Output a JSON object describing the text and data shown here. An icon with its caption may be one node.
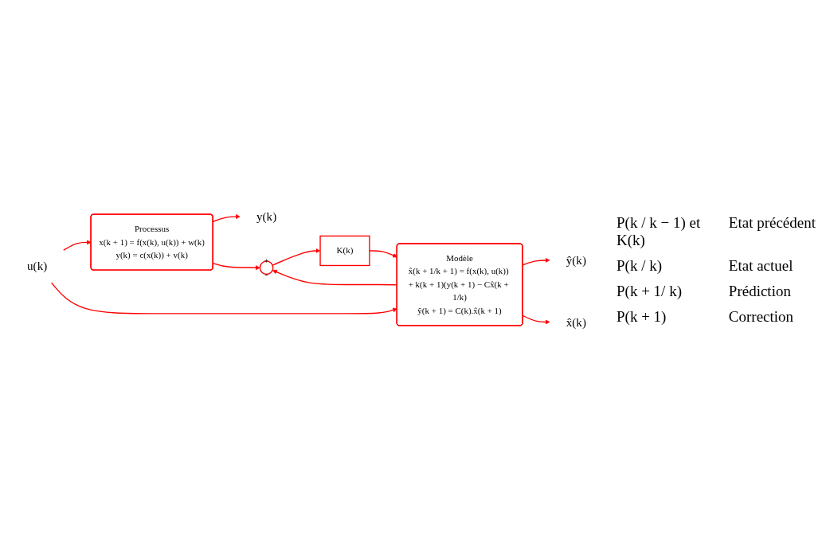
{
  "diagram": {
    "nodes": [
      {
        "text": [
          "u(k)"
        ]
      },
      {
        "text": [
          "Processus",
          "x(k + 1) = f(x(k), u(k)) + w(k)",
          "y(k) = c(x(k)) + v(k)"
        ]
      },
      {
        "text": [
          "y(k)"
        ]
      },
      {
        "text": [
          "+",
          "-"
        ]
      },
      {
        "text": [
          "K(k)"
        ]
      },
      {
        "text": [
          "Modèle",
          "x̂(k + 1/k + 1) = f(x(k), u(k)) + k(k + 1)(y(k + 1) − Cx̂(k + 1/k)",
          "ŷ(k + 1) = C(k).x̂(k + 1)"
        ]
      },
      {
        "text": [
          "ŷ(k)"
        ]
      },
      {
        "text": [
          "x̂(k)"
        ]
      }
    ],
    "edges": [
      {
        "from": 0,
        "to": 1,
        "arrow": "to"
      },
      {
        "from": 0,
        "to": 5,
        "arrow": "to"
      },
      {
        "from": 1,
        "to": 2,
        "arrow": "to"
      },
      {
        "from": 1,
        "to": 3,
        "arrow": "to"
      },
      {
        "from": 3,
        "to": 4,
        "arrow": "to"
      },
      {
        "from": 4,
        "to": 5,
        "arrow": "to"
      },
      {
        "from": 5,
        "to": 6,
        "arrow": "to"
      },
      {
        "from": 5,
        "to": 3,
        "arrow": "to"
      },
      {
        "from": 5,
        "to": 7,
        "arrow": "to"
      }
    ],
    "labels": [
      "P(k / k − 1) et K(k)",
      "Etat précédent",
      "P(k / k)",
      "Etat actuel",
      "P(k + 1/ k)",
      "Prédiction",
      "P(k + 1)",
      "Correction"
    ]
  }
}
